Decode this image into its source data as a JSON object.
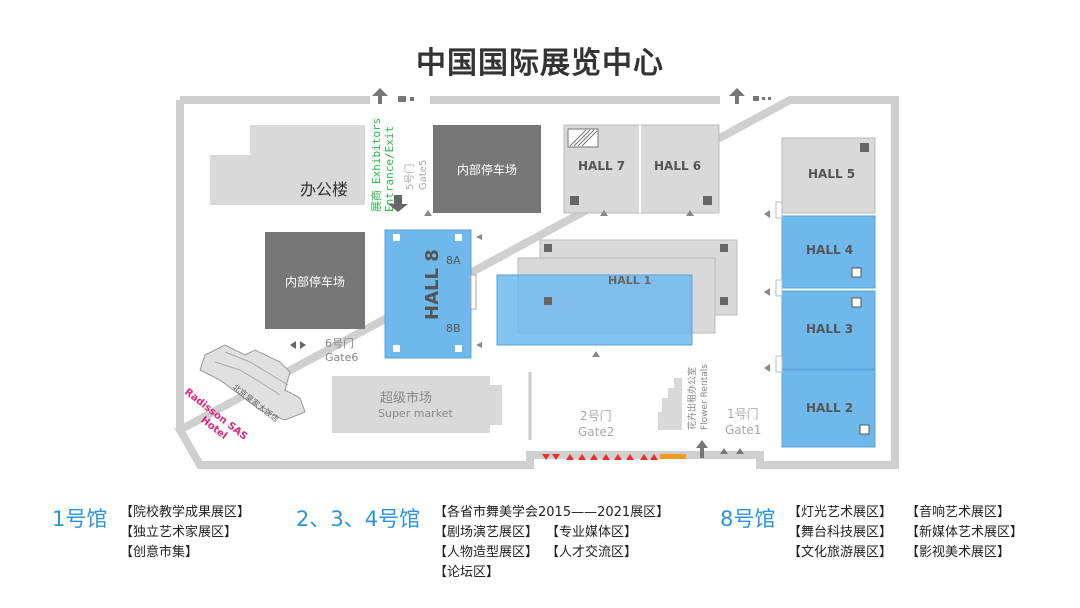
{
  "title": "中国国际展览中心",
  "map": {
    "office_building": "办公楼",
    "parking_inner_top": "内部停车场",
    "parking_inner_left": "内部停车场",
    "exhibitors_entrance_cn": "展商",
    "exhibitors_entrance_en1": "Exhibitors",
    "exhibitors_entrance_en2": "Entrance/Exit",
    "gate5_cn": "5号门",
    "gate5_en": "Gate5",
    "gate6_cn": "6号门",
    "gate6_en": "Gate6",
    "gate2_cn": "2号门",
    "gate2_en": "Gate2",
    "gate1_cn": "1号门",
    "gate1_en": "Gate1",
    "supermarket_cn": "超级市场",
    "supermarket_en": "Super market",
    "hotel_cn": "北京皇家大饭店",
    "hotel_en1": "Radisson SAS",
    "hotel_en2": "Hotel",
    "flower_cn": "花卉出租办公室",
    "flower_en": "Flower Rentals",
    "hall8": "HALL 8",
    "hall8a": "8A",
    "hall8b": "8B",
    "hall7": "HALL 7",
    "hall6": "HALL 6",
    "hall5": "HALL 5",
    "hall4": "HALL 4",
    "hall3": "HALL 3",
    "hall2": "HALL 2",
    "hall1": "HALL 1"
  },
  "legend": {
    "hall1": {
      "label": "1号馆",
      "items": [
        "【院校教学成果展区】",
        "【独立艺术家展区】",
        "【创意市集】"
      ]
    },
    "hall234": {
      "label": "2、3、4号馆",
      "rows": [
        [
          "【各省市舞美学会2015——2021展区】"
        ],
        [
          "【剧场演艺展区】",
          "【专业媒体区】"
        ],
        [
          "【人物造型展区】",
          "【人才交流区】"
        ],
        [
          "【论坛区】"
        ]
      ]
    },
    "hall8": {
      "label": "8号馆",
      "rows": [
        [
          "【灯光艺术展区】",
          "【音响艺术展区】"
        ],
        [
          "【舞台科技展区】",
          "【新媒体艺术展区】"
        ],
        [
          "【文化旅游展区】",
          "【影视美术展区】"
        ]
      ]
    }
  },
  "colors": {
    "hall_blue": "#6fb8ec",
    "hall_gray": "#d9d9d9",
    "parking_dark": "#777777",
    "entrance_green": "#2eb84a",
    "hotel_pink": "#e0267a",
    "legend_blue": "#2c93dd",
    "wall_gray": "#cfcfcf"
  }
}
